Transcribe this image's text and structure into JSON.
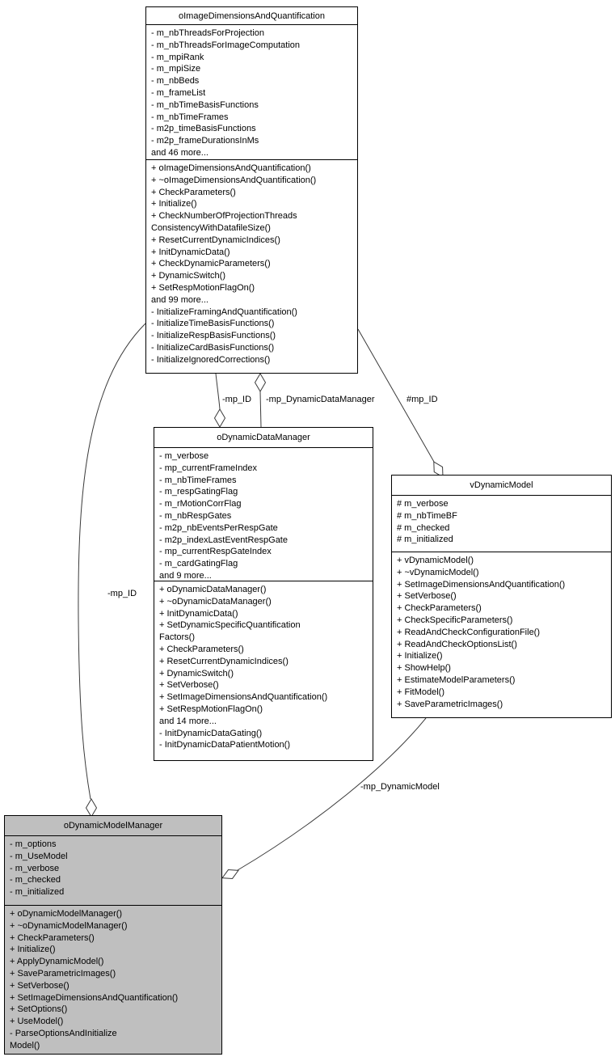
{
  "diagram": {
    "type": "uml-collaboration-graph",
    "colors": {
      "node_fill": "#ffffff",
      "highlight_fill": "#bfbfbf",
      "node_border": "#000000",
      "edge": "#3a3a3a",
      "background": "#ffffff"
    },
    "classes": [
      {
        "name": "oImageDimensionsAndQuantification",
        "attributes": [
          "- m_nbThreadsForProjection",
          "- m_nbThreadsForImageComputation",
          "- m_mpiRank",
          "- m_mpiSize",
          "- m_nbBeds",
          "- m_frameList",
          "- m_nbTimeBasisFunctions",
          "- m_nbTimeFrames",
          "- m2p_timeBasisFunctions",
          "- m2p_frameDurationsInMs",
          "and 46 more..."
        ],
        "methods": [
          "+ oImageDimensionsAndQuantification()",
          "+ ~oImageDimensionsAndQuantification()",
          "+ CheckParameters()",
          "+ Initialize()",
          "+ CheckNumberOfProjectionThreads",
          "ConsistencyWithDatafileSize()",
          "+ ResetCurrentDynamicIndices()",
          "+ InitDynamicData()",
          "+ CheckDynamicParameters()",
          "+ DynamicSwitch()",
          "+ SetRespMotionFlagOn()",
          "and 99 more...",
          "- InitializeFramingAndQuantification()",
          "- InitializeTimeBasisFunctions()",
          "- InitializeRespBasisFunctions()",
          "- InitializeCardBasisFunctions()",
          "- InitializeIgnoredCorrections()"
        ]
      },
      {
        "name": "oDynamicDataManager",
        "attributes": [
          "- m_verbose",
          "- mp_currentFrameIndex",
          "- m_nbTimeFrames",
          "- m_respGatingFlag",
          "- m_rMotionCorrFlag",
          "- m_nbRespGates",
          "- m2p_nbEventsPerRespGate",
          "- m2p_indexLastEventRespGate",
          "- mp_currentRespGateIndex",
          "- m_cardGatingFlag",
          "and 9 more..."
        ],
        "methods": [
          "+ oDynamicDataManager()",
          "+ ~oDynamicDataManager()",
          "+ InitDynamicData()",
          "+ SetDynamicSpecificQuantification",
          "Factors()",
          "+ CheckParameters()",
          "+ ResetCurrentDynamicIndices()",
          "+ DynamicSwitch()",
          "+ SetVerbose()",
          "+ SetImageDimensionsAndQuantification()",
          "+ SetRespMotionFlagOn()",
          "and 14 more...",
          "- InitDynamicDataGating()",
          "- InitDynamicDataPatientMotion()"
        ]
      },
      {
        "name": "vDynamicModel",
        "attributes": [
          "# m_verbose",
          "# m_nbTimeBF",
          "# m_checked",
          "# m_initialized"
        ],
        "methods": [
          "+ vDynamicModel()",
          "+ ~vDynamicModel()",
          "+ SetImageDimensionsAndQuantification()",
          "+ SetVerbose()",
          "+ CheckParameters()",
          "+ CheckSpecificParameters()",
          "+ ReadAndCheckConfigurationFile()",
          "+ ReadAndCheckOptionsList()",
          "+ Initialize()",
          "+ ShowHelp()",
          "+ EstimateModelParameters()",
          "+ FitModel()",
          "+ SaveParametricImages()"
        ]
      },
      {
        "name": "oDynamicModelManager",
        "attributes": [
          "- m_options",
          "- m_UseModel",
          "- m_verbose",
          "- m_checked",
          "- m_initialized"
        ],
        "methods": [
          "+ oDynamicModelManager()",
          "+ ~oDynamicModelManager()",
          "+ CheckParameters()",
          "+ Initialize()",
          "+ ApplyDynamicModel()",
          "+ SaveParametricImages()",
          "+ SetVerbose()",
          "+ SetImageDimensionsAndQuantification()",
          "+ SetOptions()",
          "+ UseModel()",
          "- ParseOptionsAndInitialize",
          "Model()"
        ]
      }
    ],
    "edges": [
      {
        "label": "-mp_ID",
        "from": "oImageDimensionsAndQuantification",
        "to": "oDynamicDataManager",
        "diamond_at": "oDynamicDataManager"
      },
      {
        "label": "-mp_DynamicDataManager",
        "from": "oDynamicDataManager",
        "to": "oImageDimensionsAndQuantification",
        "diamond_at": "oImageDimensionsAndQuantification"
      },
      {
        "label": "#mp_ID",
        "from": "oImageDimensionsAndQuantification",
        "to": "vDynamicModel",
        "diamond_at": "vDynamicModel"
      },
      {
        "label": "-mp_ID",
        "from": "oImageDimensionsAndQuantification",
        "to": "oDynamicModelManager",
        "diamond_at": "oDynamicModelManager"
      },
      {
        "label": "-mp_DynamicModel",
        "from": "vDynamicModel",
        "to": "oDynamicModelManager",
        "diamond_at": "oDynamicModelManager"
      }
    ]
  }
}
